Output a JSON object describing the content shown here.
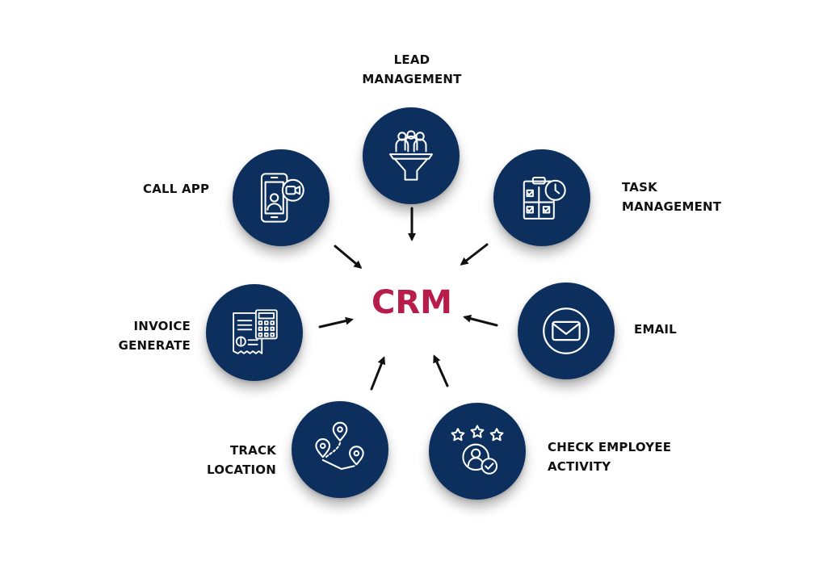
{
  "center": {
    "title": "CRM"
  },
  "colors": {
    "node_fill": "#0d2f5e",
    "title": "#b71c4a",
    "arrow": "#111111"
  },
  "nodes": [
    {
      "id": "lead",
      "icon": "funnel-people-icon",
      "lines": [
        "LEAD",
        "MANAGEMENT"
      ]
    },
    {
      "id": "task",
      "icon": "checklist-clock-icon",
      "lines": [
        "TASK",
        "MANAGEMENT"
      ]
    },
    {
      "id": "email",
      "icon": "envelope-icon",
      "lines": [
        "EMAIL"
      ]
    },
    {
      "id": "employee",
      "icon": "user-stars-check-icon",
      "lines": [
        "CHECK EMPLOYEE",
        "ACTIVITY"
      ]
    },
    {
      "id": "track",
      "icon": "map-pins-icon",
      "lines": [
        "TRACK",
        "LOCATION"
      ]
    },
    {
      "id": "invoice",
      "icon": "invoice-calculator-icon",
      "lines": [
        "INVOICE",
        "GENERATE"
      ]
    },
    {
      "id": "call",
      "icon": "phone-video-icon",
      "lines": [
        "CALL APP"
      ]
    }
  ]
}
